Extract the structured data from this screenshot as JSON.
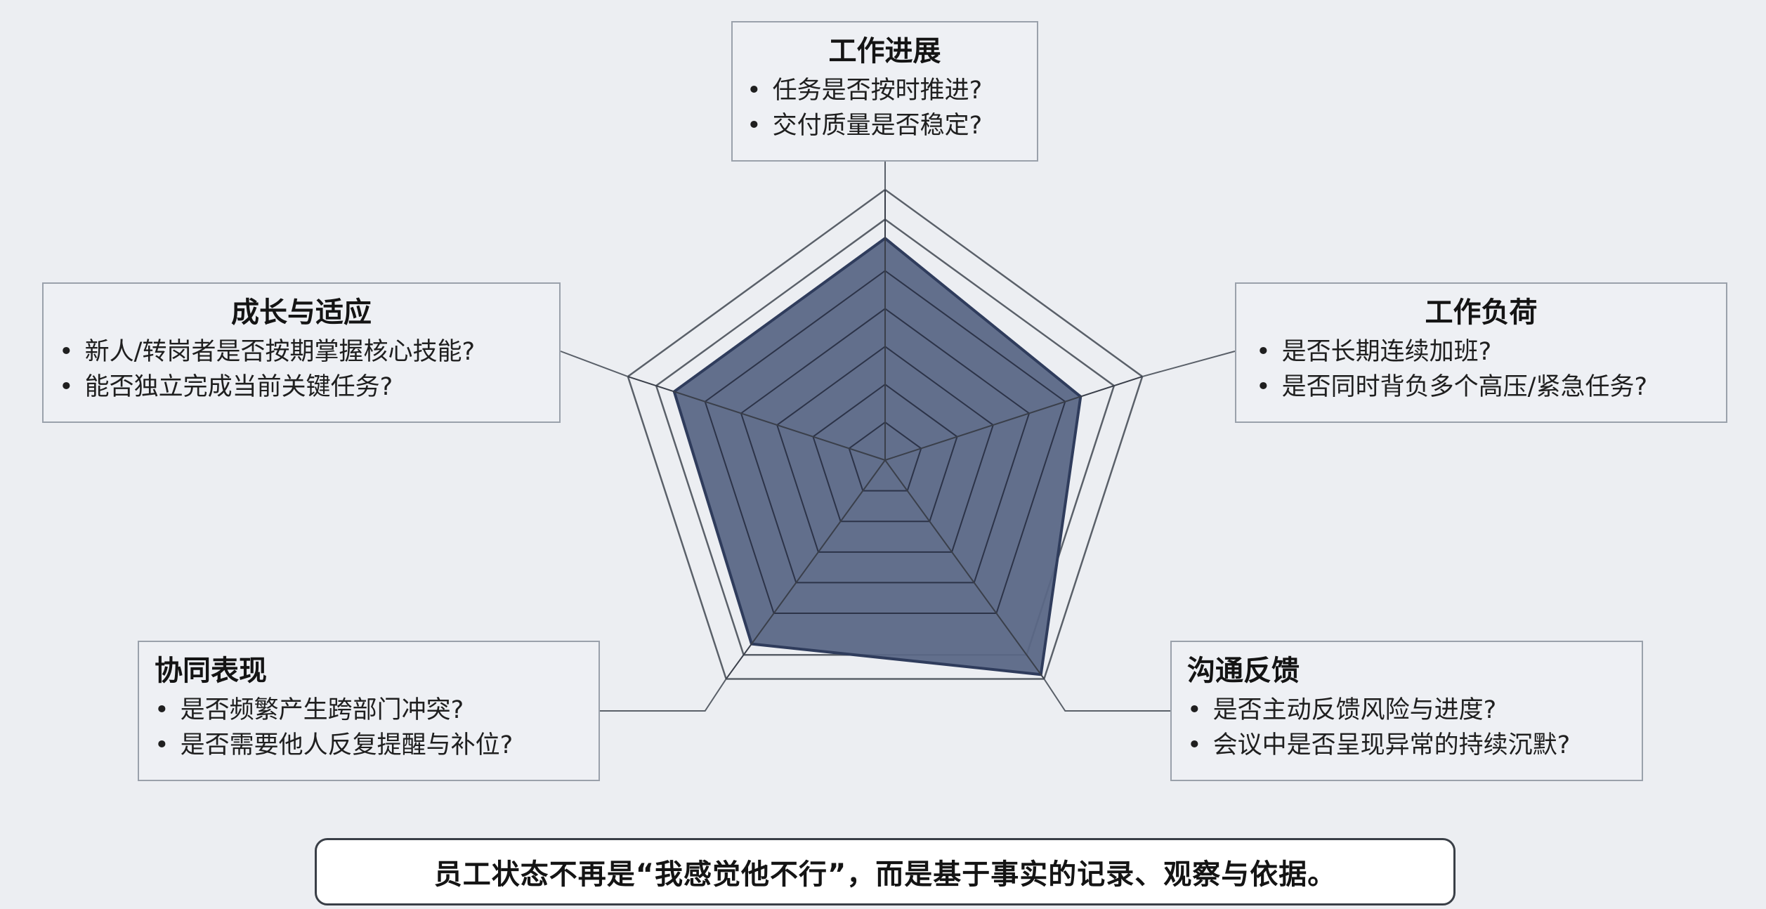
{
  "chart_data": {
    "type": "radar",
    "axes": [
      "工作进展",
      "工作负荷",
      "沟通反馈",
      "协同表现",
      "成长与适应"
    ],
    "values": [
      0.82,
      0.76,
      0.98,
      0.84,
      0.82
    ],
    "range": [
      0,
      1
    ],
    "grid": true,
    "fill_color": "#5b6786",
    "line_color": "#2f3c5c",
    "grid_color": "#5a6069"
  },
  "dimensions": {
    "top": {
      "title": "工作进展",
      "items": [
        "任务是否按时推进?",
        "交付质量是否稳定?"
      ]
    },
    "right": {
      "title": "工作负荷",
      "items": [
        "是否长期连续加班?",
        "是否同时背负多个高压/紧急任务?"
      ]
    },
    "bottom_right": {
      "title": "沟通反馈",
      "items": [
        "是否主动反馈风险与进度?",
        "会议中是否呈现异常的持续沉默?"
      ]
    },
    "bottom_left": {
      "title": "协同表现",
      "items": [
        "是否频繁产生跨部门冲突?",
        "是否需要他人反复提醒与补位?"
      ]
    },
    "left": {
      "title": "成长与适应",
      "items": [
        "新人/转岗者是否按期掌握核心技能?",
        "能否独立完成当前关键任务?"
      ]
    }
  },
  "caption": "员工状态不再是“我感觉他不行”，而是基于事实的记录、观察与依据。"
}
